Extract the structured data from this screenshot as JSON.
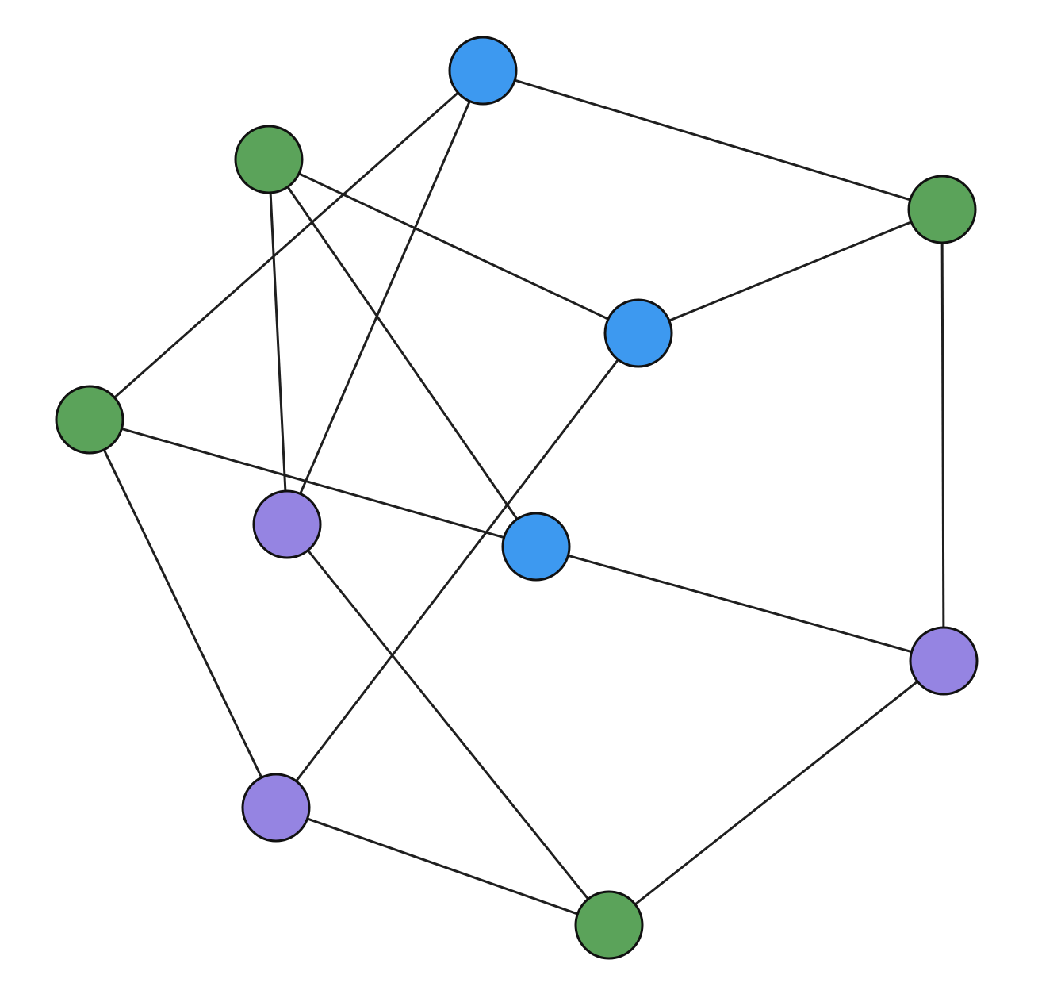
{
  "diagram": {
    "type": "graph",
    "colors": {
      "green": "#5ba35a",
      "blue": "#3d99f0",
      "purple": "#9584e2",
      "edge": "#1f1f1f",
      "outline": "#111111"
    },
    "nodes": [
      {
        "id": "blue-top",
        "color": "blue"
      },
      {
        "id": "green-upper-left",
        "color": "green"
      },
      {
        "id": "green-upper-right",
        "color": "green"
      },
      {
        "id": "blue-middle-right",
        "color": "blue"
      },
      {
        "id": "green-left",
        "color": "green"
      },
      {
        "id": "purple-center-left",
        "color": "purple"
      },
      {
        "id": "blue-center",
        "color": "blue"
      },
      {
        "id": "purple-right",
        "color": "purple"
      },
      {
        "id": "purple-lower-left",
        "color": "purple"
      },
      {
        "id": "green-bottom",
        "color": "green"
      }
    ],
    "edges": [
      [
        "blue-top",
        "green-upper-right"
      ],
      [
        "blue-top",
        "green-left"
      ],
      [
        "blue-top",
        "purple-center-left"
      ],
      [
        "green-upper-left",
        "blue-middle-right"
      ],
      [
        "green-upper-left",
        "purple-center-left"
      ],
      [
        "green-upper-left",
        "blue-center"
      ],
      [
        "green-upper-right",
        "blue-middle-right"
      ],
      [
        "green-upper-right",
        "purple-right"
      ],
      [
        "blue-middle-right",
        "purple-lower-left"
      ],
      [
        "green-left",
        "blue-center"
      ],
      [
        "green-left",
        "purple-lower-left"
      ],
      [
        "blue-center",
        "purple-right"
      ],
      [
        "purple-center-left",
        "green-bottom"
      ],
      [
        "purple-lower-left",
        "green-bottom"
      ],
      [
        "purple-right",
        "green-bottom"
      ]
    ]
  }
}
